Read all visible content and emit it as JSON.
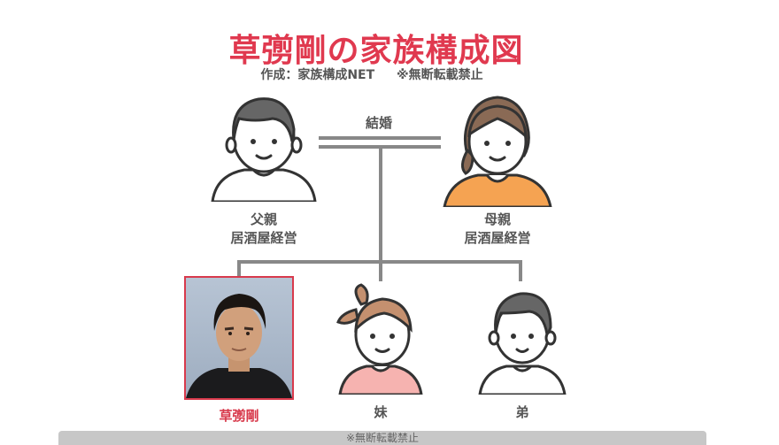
{
  "title": "草彅剛の家族構成図",
  "subtitle": {
    "author": "作成：家族構成NET",
    "notice": "※無断転載禁止"
  },
  "marriage_label": "結婚",
  "father": {
    "label": "父親",
    "note": "居酒屋経営"
  },
  "mother": {
    "label": "母親",
    "note": "居酒屋経営"
  },
  "subject": {
    "label": "草彅剛"
  },
  "sister": {
    "label": "妹"
  },
  "brother": {
    "label": "弟"
  },
  "footer": {
    "notice": "※無断転載禁止"
  },
  "colors": {
    "accent": "#e0394f",
    "line": "#888888",
    "mother_shirt": "#f5a352",
    "sister_shirt": "#f6b3b0",
    "hair_gray": "#666666",
    "hair_brown": "#8a6a55"
  }
}
